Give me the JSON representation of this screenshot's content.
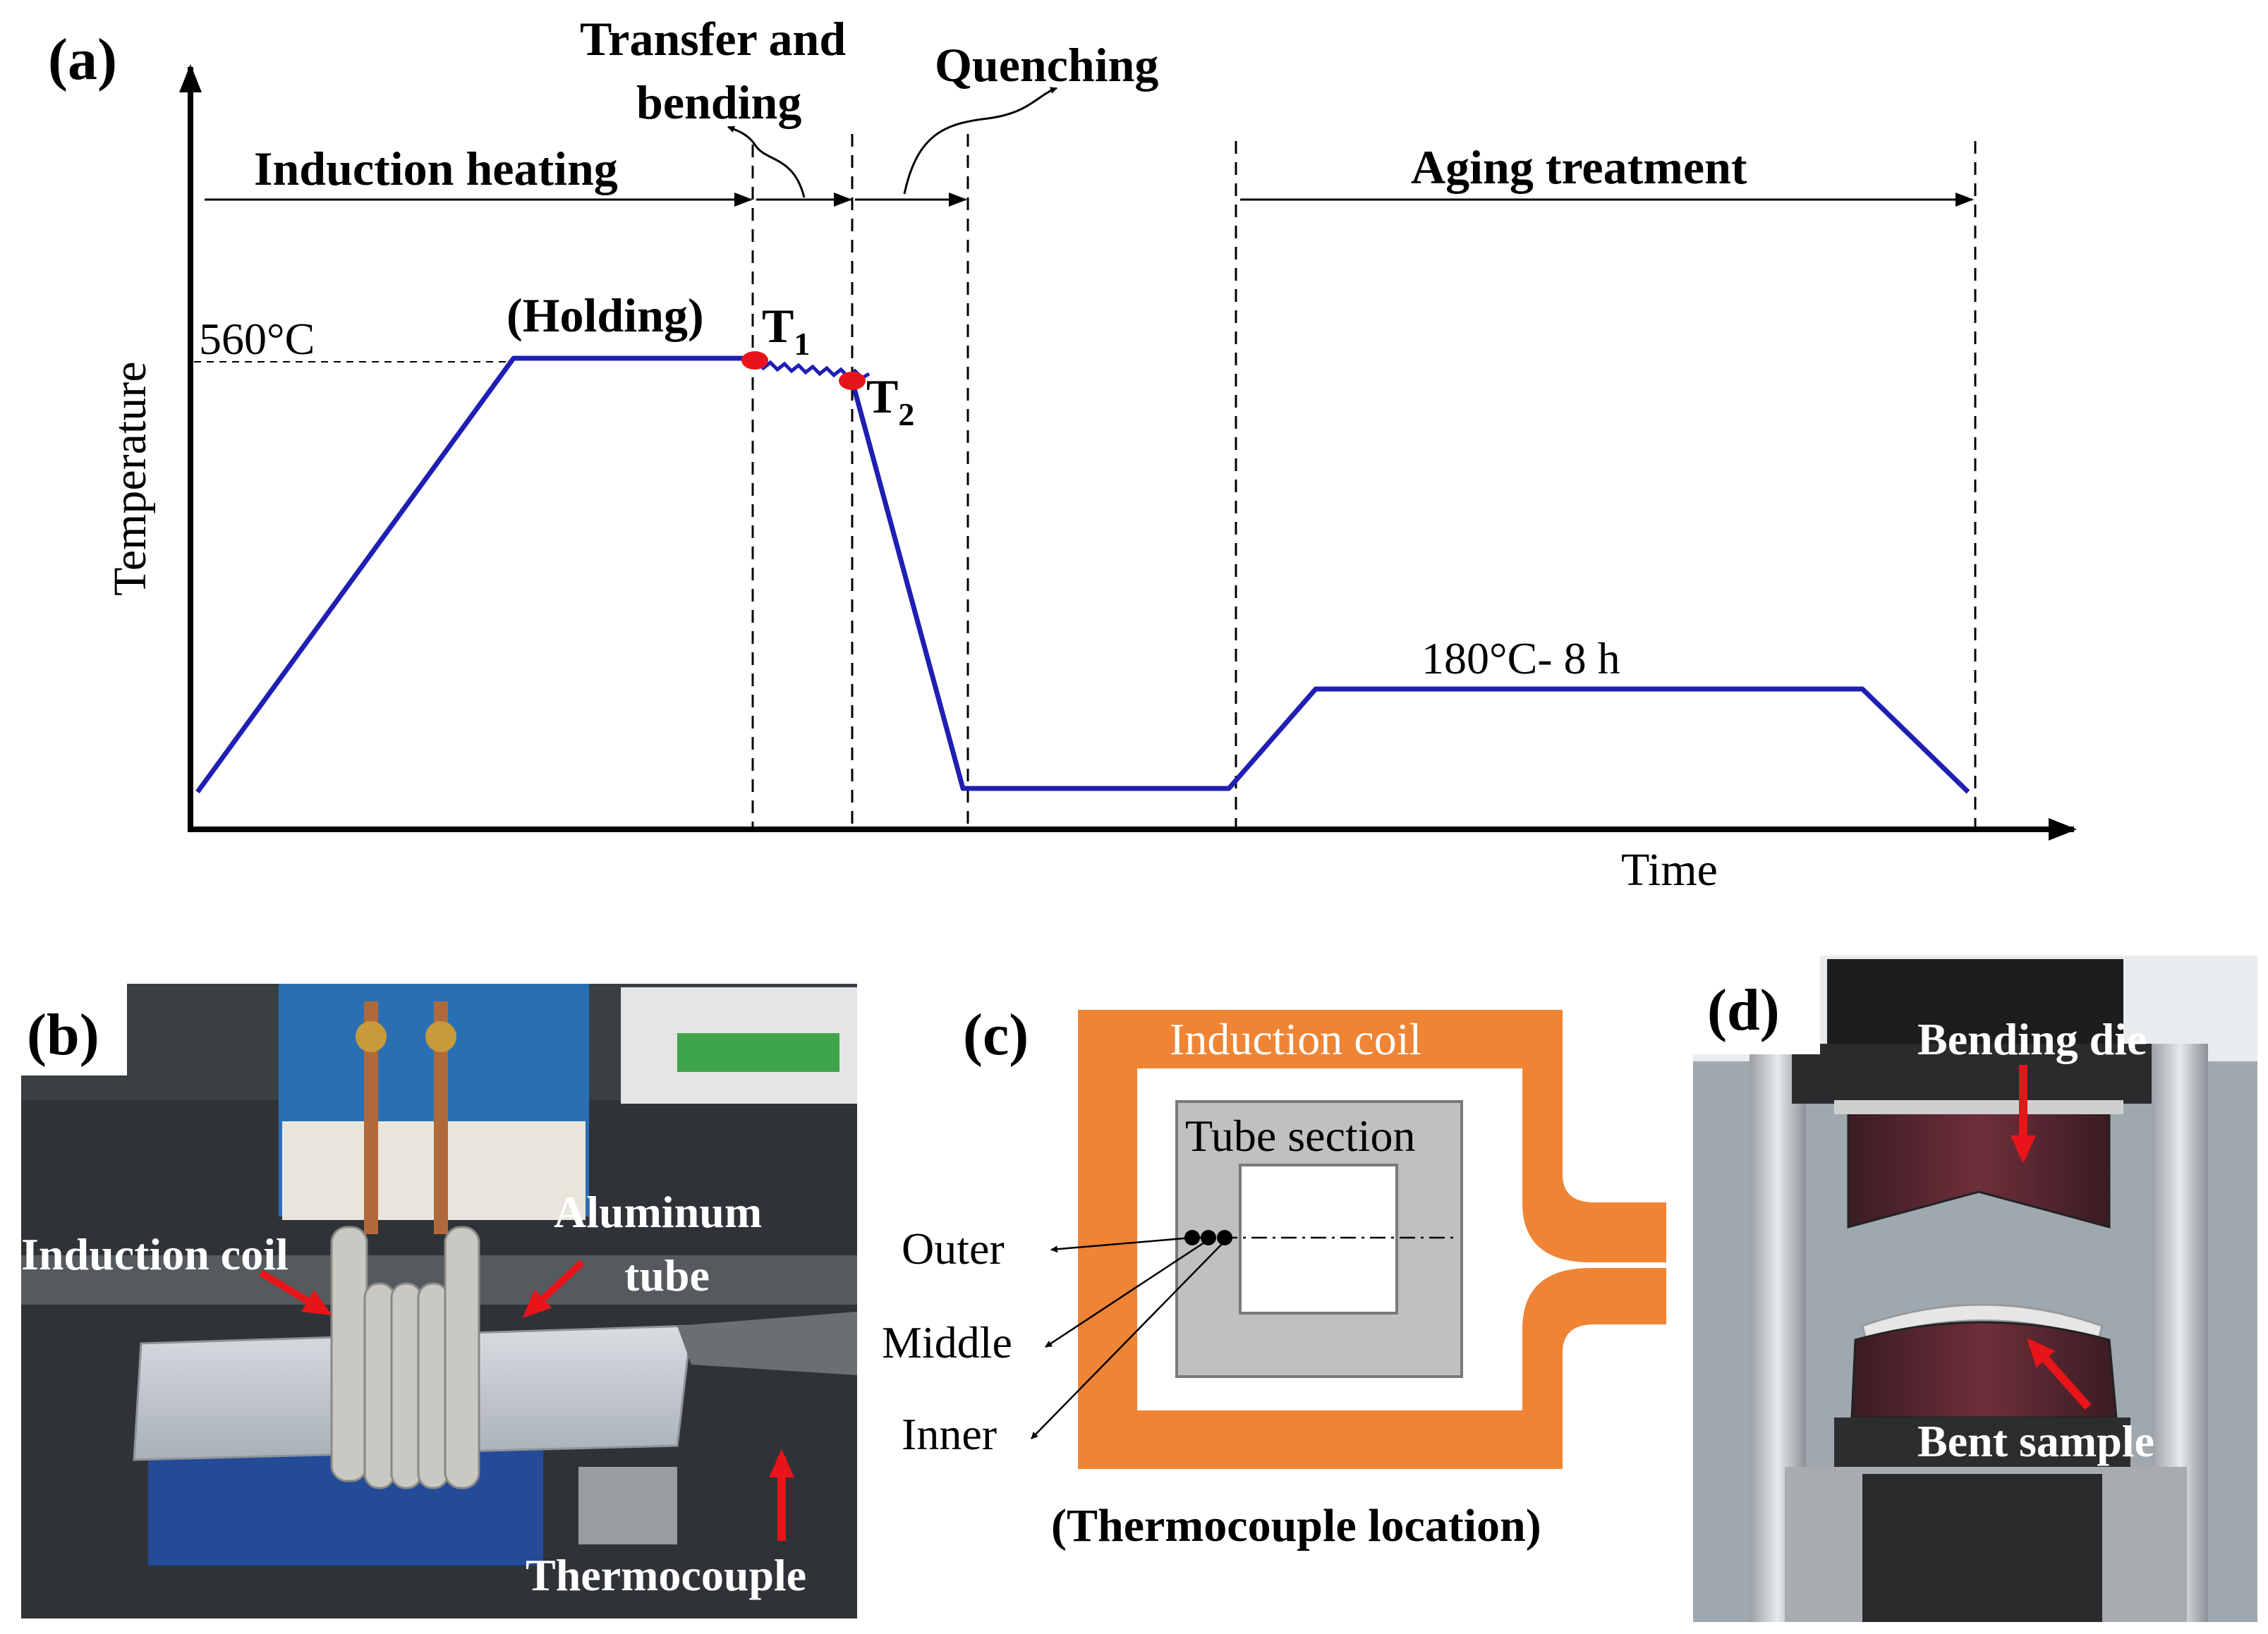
{
  "panel_a": {
    "label": "(a)",
    "y_axis_label": "Temperature",
    "x_axis_label": "Time",
    "stage_induction": "Induction heating",
    "stage_transfer_line1": "Transfer and",
    "stage_transfer_line2": "bending",
    "stage_quenching": "Quenching",
    "stage_aging": "Aging treatment",
    "holding": "(Holding)",
    "temp_560": "560°C",
    "aging_cond": "180°C- 8 h",
    "t1": "T",
    "t1_sub": "1",
    "t2": "T",
    "t2_sub": "2",
    "colors": {
      "curve": "#1f1fb4",
      "marker": "#e8141a",
      "axis": "#000000"
    }
  },
  "panel_b": {
    "label": "(b)",
    "induction_coil": "Induction coil",
    "aluminum_line1": "Aluminum",
    "aluminum_line2": "tube",
    "thermocouple": "Thermocouple"
  },
  "panel_c": {
    "label": "(c)",
    "induction_coil": "Induction coil",
    "tube_section": "Tube section",
    "outer": "Outer",
    "middle": "Middle",
    "inner": "Inner",
    "caption": "(Thermocouple location)",
    "colors": {
      "coil": "#ee8434",
      "tube": "#c0c0c0"
    }
  },
  "panel_d": {
    "label": "(d)",
    "bending_die": "Bending die",
    "bent_sample": "Bent sample"
  }
}
